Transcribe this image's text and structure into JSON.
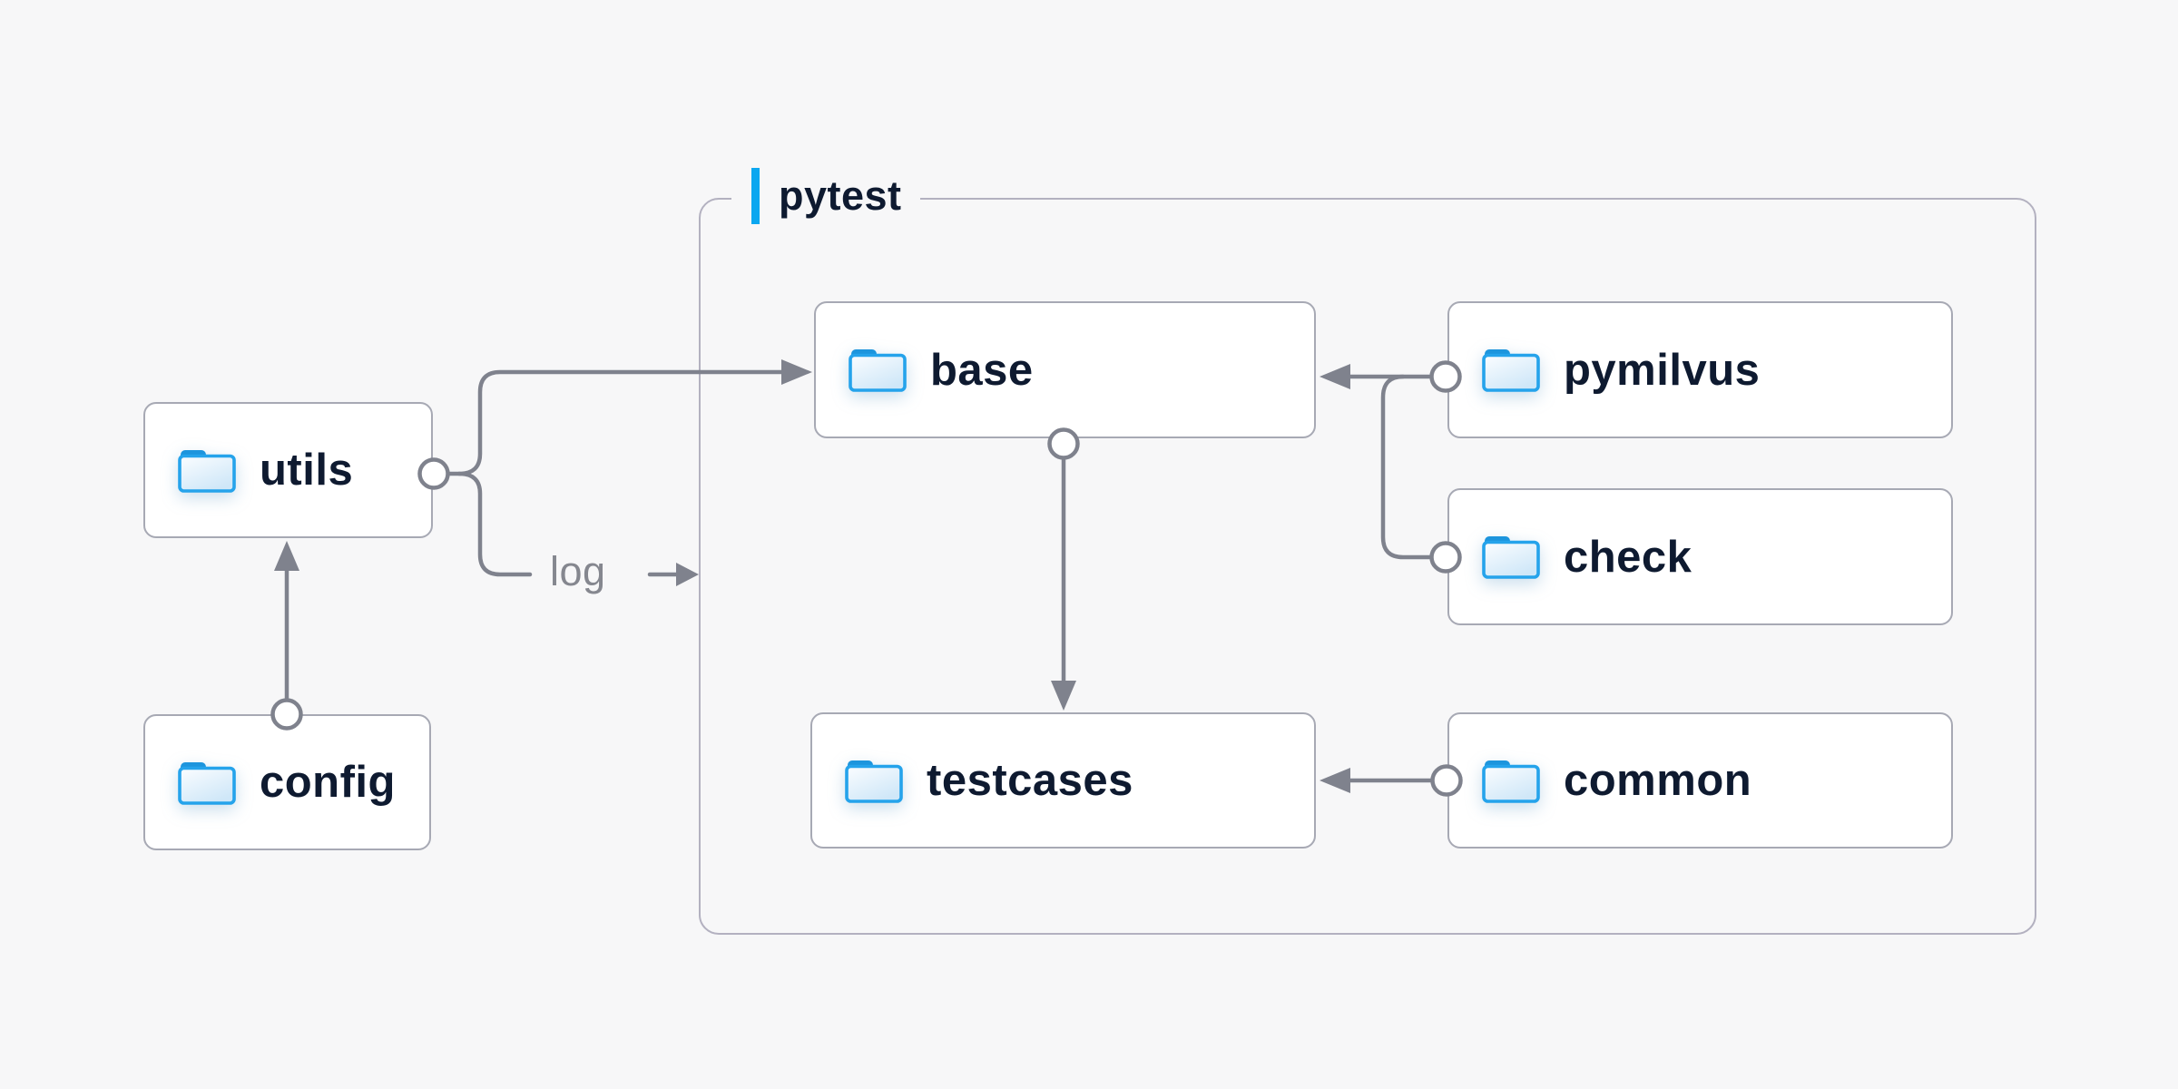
{
  "canvas": {
    "background": "#f7f7f8"
  },
  "container": {
    "label": "pytest",
    "accent_color": "#0ba7f0",
    "border_color": "#b3b1c0"
  },
  "nodes": {
    "utils": {
      "label": "utils",
      "icon": "folder-icon"
    },
    "config": {
      "label": "config",
      "icon": "folder-icon"
    },
    "base": {
      "label": "base",
      "icon": "folder-icon"
    },
    "pymilvus": {
      "label": "pymilvus",
      "icon": "folder-icon"
    },
    "check": {
      "label": "check",
      "icon": "folder-icon"
    },
    "testcases": {
      "label": "testcases",
      "icon": "folder-icon"
    },
    "common": {
      "label": "common",
      "icon": "folder-icon"
    }
  },
  "edges": [
    {
      "from": "config",
      "to": "utils"
    },
    {
      "from": "utils",
      "to": "base"
    },
    {
      "from": "utils",
      "to": "pytest-container",
      "label": "log"
    },
    {
      "from": "pymilvus",
      "to": "base"
    },
    {
      "from": "check",
      "to": "base"
    },
    {
      "from": "base",
      "to": "testcases"
    },
    {
      "from": "common",
      "to": "testcases"
    }
  ],
  "colors": {
    "node_border": "#a7a9b4",
    "node_text": "#0e1a30",
    "wire": "#7f828d",
    "log_text": "#85878f",
    "folder_blue": "#25a3eb",
    "background": "#f7f7f8"
  }
}
